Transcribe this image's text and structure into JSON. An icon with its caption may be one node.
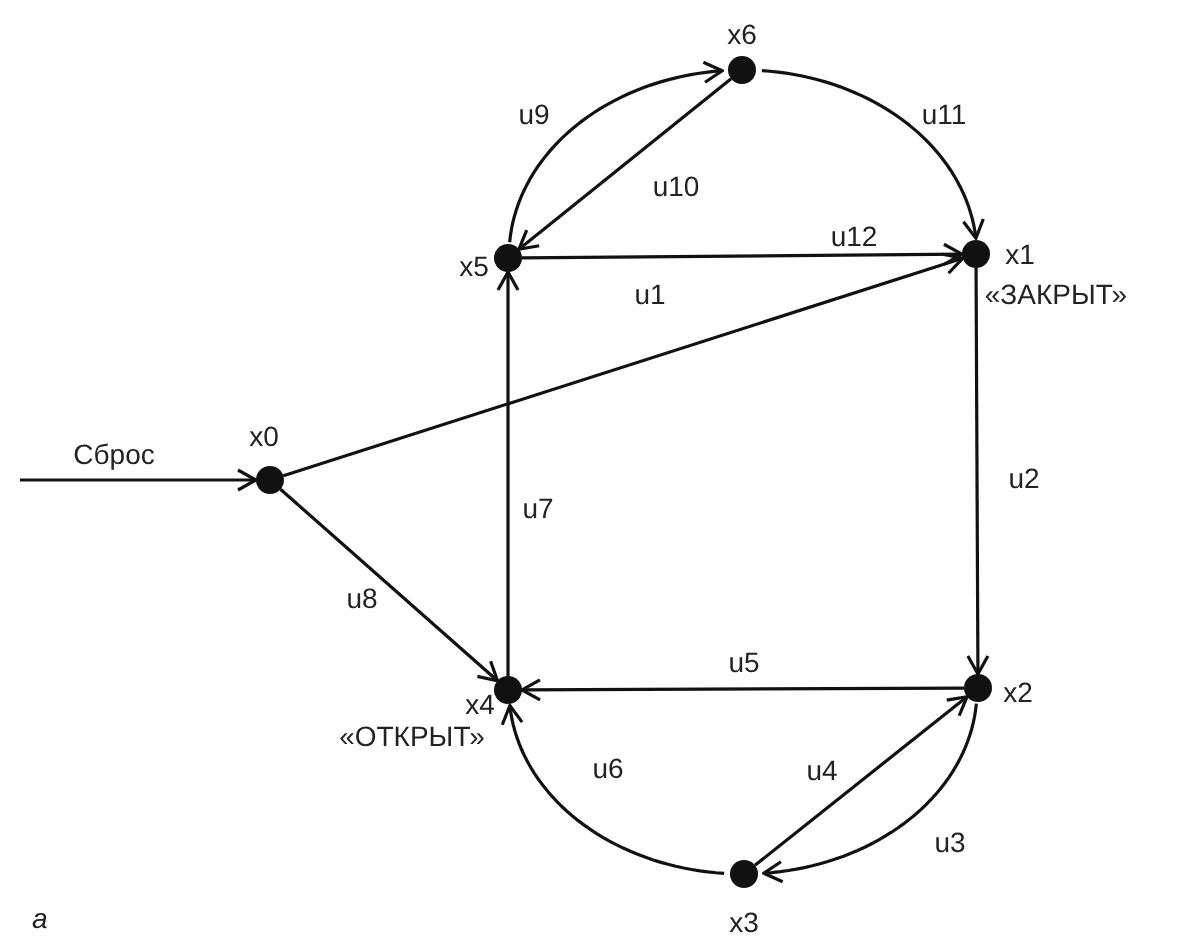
{
  "diagram": {
    "nodes": [
      {
        "text": [
          "x0"
        ]
      },
      {
        "text": [
          "x1"
        ],
        "beside": [
          "«ЗАКРЫТ»"
        ]
      },
      {
        "text": [
          "x2"
        ]
      },
      {
        "text": [
          "x3"
        ]
      },
      {
        "text": [
          "x4"
        ],
        "beside": [
          "«ОТКРЫТ»"
        ]
      },
      {
        "text": [
          "x5"
        ]
      },
      {
        "text": [
          "x6"
        ]
      }
    ],
    "edges": [
      {
        "from": null,
        "to": 0,
        "arrow": "to",
        "label": "Сброс"
      },
      {
        "from": 0,
        "to": 1,
        "arrow": "to",
        "label": "u1"
      },
      {
        "from": 0,
        "to": 4,
        "arrow": "to",
        "label": "u8"
      },
      {
        "from": 4,
        "to": 5,
        "arrow": "to",
        "label": "u7"
      },
      {
        "from": 5,
        "to": 6,
        "arrow": "to",
        "label": "u9"
      },
      {
        "from": 6,
        "to": 5,
        "arrow": "to",
        "label": "u10"
      },
      {
        "from": 6,
        "to": 1,
        "arrow": "to",
        "label": "u11"
      },
      {
        "from": 5,
        "to": 1,
        "arrow": "to",
        "label": "u12"
      },
      {
        "from": 1,
        "to": 2,
        "arrow": "to",
        "label": "u2"
      },
      {
        "from": 2,
        "to": 4,
        "arrow": "to",
        "label": "u5"
      },
      {
        "from": 3,
        "to": 2,
        "arrow": "to",
        "label": "u4"
      },
      {
        "from": 2,
        "to": 3,
        "arrow": "to",
        "label": "u3"
      },
      {
        "from": 3,
        "to": 4,
        "arrow": "to",
        "label": "u6"
      }
    ],
    "labels": [
      "а"
    ]
  }
}
